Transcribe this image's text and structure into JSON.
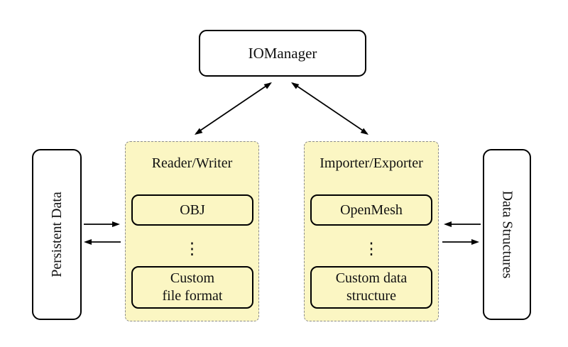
{
  "colors": {
    "background": "#ffffff",
    "group_fill": "#fbf6c3",
    "group_dashed_border": "#8c8c8c",
    "node_border": "#000000",
    "arrow": "#000000"
  },
  "iomanager": {
    "label": "IOManager"
  },
  "reader_writer_group": {
    "title": "Reader/Writer",
    "top_item": "OBJ",
    "ellipsis": "⋮",
    "bottom_item": "Custom\nfile format"
  },
  "importer_exporter_group": {
    "title": "Importer/Exporter",
    "top_item": "OpenMesh",
    "ellipsis": "⋮",
    "bottom_item": "Custom data\nstructure"
  },
  "persistent_data": {
    "label": "Persistent Data"
  },
  "data_structures": {
    "label": "Data Structures"
  },
  "connections": [
    {
      "from": "IOManager",
      "to": "Reader/Writer",
      "direction": "bidirectional"
    },
    {
      "from": "IOManager",
      "to": "Importer/Exporter",
      "direction": "bidirectional"
    },
    {
      "from": "Persistent Data",
      "to": "Reader/Writer",
      "direction": "right"
    },
    {
      "from": "Reader/Writer",
      "to": "Persistent Data",
      "direction": "left"
    },
    {
      "from": "Data Structures",
      "to": "Importer/Exporter",
      "direction": "left"
    },
    {
      "from": "Importer/Exporter",
      "to": "Data Structures",
      "direction": "right"
    }
  ]
}
